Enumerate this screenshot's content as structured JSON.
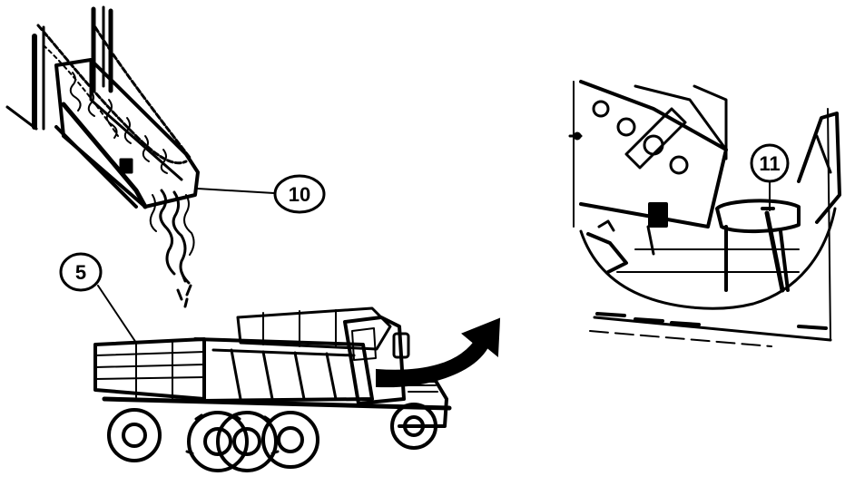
{
  "callouts": [
    {
      "id": "callout-10",
      "label": "10"
    },
    {
      "id": "callout-5",
      "label": "5"
    },
    {
      "id": "callout-11",
      "label": "11"
    }
  ],
  "colors": {
    "ink": "#000000",
    "paper": "#ffffff"
  }
}
